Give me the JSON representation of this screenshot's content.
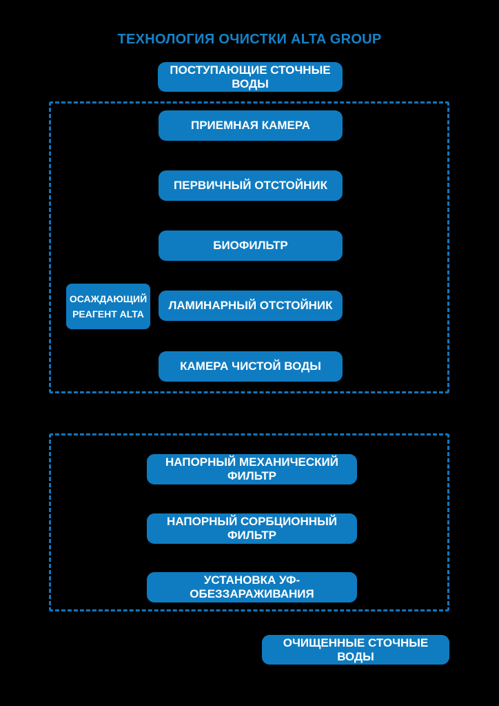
{
  "title": "ТЕХНОЛОГИЯ ОЧИСТКИ ALTA GROUP",
  "colors": {
    "background": "#000000",
    "box_fill": "#0f7cc1",
    "box_text": "#ffffff",
    "dashed_border": "#1377bf",
    "title_text": "#1583c8"
  },
  "flow": {
    "input_box": {
      "label": "ПОСТУПАЮЩИЕ СТОЧНЫЕ ВОДЫ"
    },
    "stage1": {
      "boxes": [
        {
          "label": "ПРИЕМНАЯ КАМЕРА"
        },
        {
          "label": "ПЕРВИЧНЫЙ ОТСТОЙНИК"
        },
        {
          "label": "БИОФИЛЬТР"
        },
        {
          "label": "ЛАМИНАРНЫЙ ОТСТОЙНИК"
        },
        {
          "label": "КАМЕРА ЧИСТОЙ ВОДЫ"
        }
      ],
      "side_box": {
        "line1": "ОСАЖДАЮЩИЙ",
        "line2": "РЕАГЕНТ ALTA"
      }
    },
    "stage2": {
      "boxes": [
        {
          "label": "НАПОРНЫЙ МЕХАНИЧЕСКИЙ ФИЛЬТР"
        },
        {
          "label": "НАПОРНЫЙ СОРБЦИОННЫЙ ФИЛЬТР"
        },
        {
          "label": "УСТАНОВКА УФ-ОБЕЗЗАРАЖИВАНИЯ"
        }
      ]
    },
    "output_box": {
      "label": "ОЧИЩЕННЫЕ СТОЧНЫЕ ВОДЫ"
    }
  }
}
